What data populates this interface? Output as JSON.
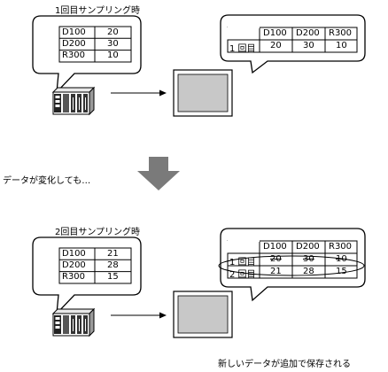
{
  "scenario1": {
    "title": "1回目サンプリング時",
    "device_values": [
      {
        "name": "D100",
        "value": "20"
      },
      {
        "name": "D200",
        "value": "30"
      },
      {
        "name": "R300",
        "value": "10"
      }
    ],
    "saved_table": {
      "headers": [
        "D100",
        "D200",
        "R300"
      ],
      "rows": [
        {
          "label": "1 回目",
          "values": [
            "20",
            "30",
            "10"
          ]
        }
      ]
    }
  },
  "middle": {
    "caption": "データが変化しても…"
  },
  "scenario2": {
    "title": "2回目サンプリング時",
    "device_values": [
      {
        "name": "D100",
        "value": "21"
      },
      {
        "name": "D200",
        "value": "28"
      },
      {
        "name": "R300",
        "value": "15"
      }
    ],
    "saved_table": {
      "headers": [
        "D100",
        "D200",
        "R300"
      ],
      "rows": [
        {
          "label": "1 回目",
          "values": [
            "20",
            "30",
            "10"
          ]
        },
        {
          "label": "2 回目",
          "values": [
            "21",
            "28",
            "15"
          ]
        }
      ]
    }
  },
  "footer": {
    "caption": "新しいデータが追加で保存される"
  },
  "colors": {
    "screen_fill": "#c8c8c8",
    "arrow_fill": "#7a7a7a"
  }
}
